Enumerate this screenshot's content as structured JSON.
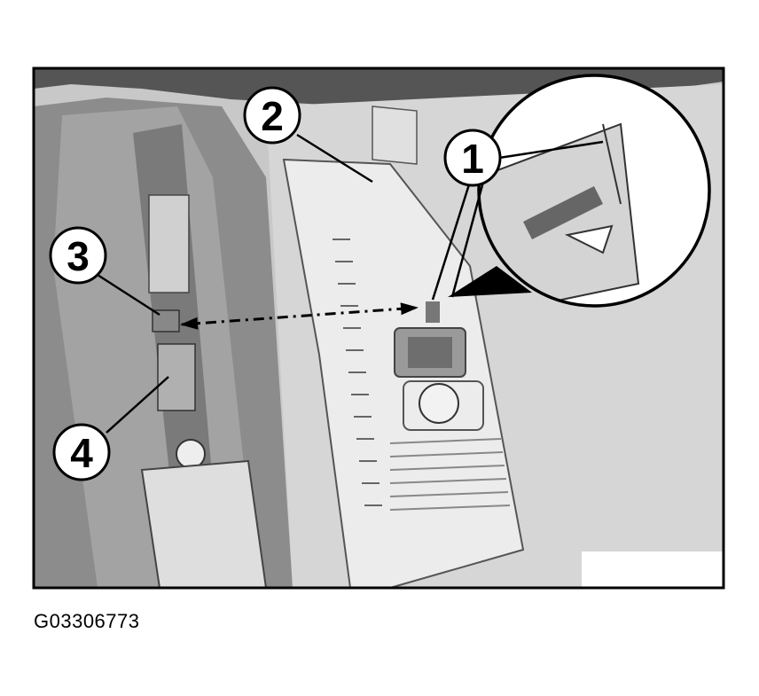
{
  "figure": {
    "code": "G03306773",
    "callouts": [
      {
        "id": "1",
        "label": "1"
      },
      {
        "id": "2",
        "label": "2"
      },
      {
        "id": "3",
        "label": "3"
      },
      {
        "id": "4",
        "label": "4"
      }
    ]
  },
  "colors": {
    "frame": "#000000",
    "background_panel": "#bfbfbf",
    "pillar_trim": "#e6e6e6",
    "seat_belt": "#d9d9d9"
  }
}
